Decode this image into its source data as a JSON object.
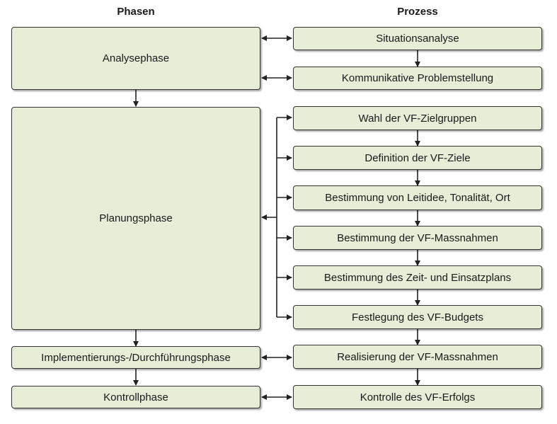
{
  "headers": {
    "phases": "Phasen",
    "process": "Prozess"
  },
  "phases": [
    "Analysephase",
    "Planungsphase",
    "Implementierungs-/Durchführungsphase",
    "Kontrollphase"
  ],
  "process": [
    "Situationsanalyse",
    "Kommunikative Problemstellung",
    "Wahl der VF-Zielgruppen",
    "Definition der VF-Ziele",
    "Bestimmung von Leitidee, Tonalität, Ort",
    "Bestimmung der VF-Massnahmen",
    "Bestimmung des Zeit- und Einsatzplans",
    "Festlegung des VF-Budgets",
    "Realisierung der VF-Massnahmen",
    "Kontrolle des VF-Erfolgs"
  ]
}
